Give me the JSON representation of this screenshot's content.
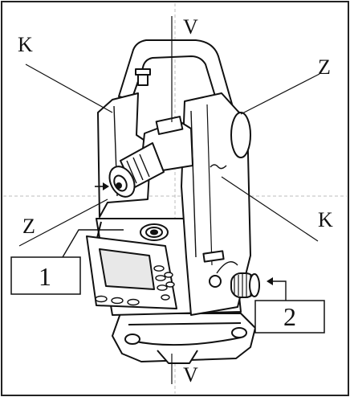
{
  "axes": {
    "vertical_top": "V",
    "vertical_bottom": "V",
    "tilt_left": "K",
    "tilt_right": "K",
    "sight_top": "Z",
    "sight_bottom": "Z"
  },
  "callouts": [
    {
      "label": "1"
    },
    {
      "label": "2"
    }
  ],
  "colors": {
    "line": "#111111",
    "crosshair": "#bdbdbd",
    "frame": "#222222",
    "screen": "#e8e8e8"
  }
}
